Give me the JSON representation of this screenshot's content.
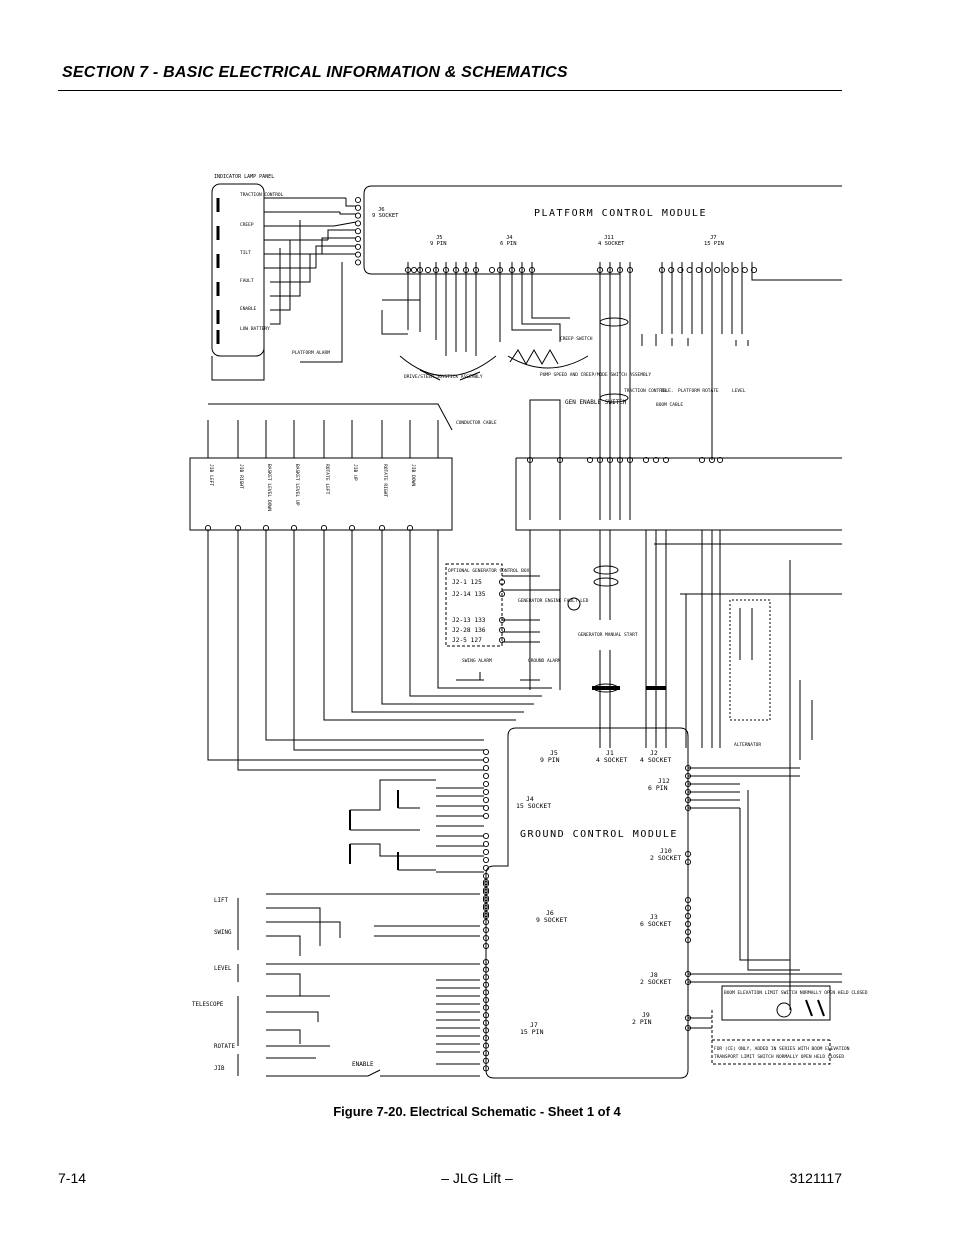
{
  "header": {
    "section_title": "SECTION 7 - BASIC ELECTRICAL INFORMATION & SCHEMATICS"
  },
  "schematic": {
    "platform_module_title": "PLATFORM CONTROL MODULE",
    "ground_module_title": "GROUND CONTROL MODULE",
    "indicator_panel": {
      "title": "INDICATOR LAMP PANEL",
      "lamps": [
        "TRACTION CONTROL",
        "CREEP",
        "TILT",
        "FAULT",
        "ENABLE",
        "LOW BATTERY"
      ]
    },
    "platform_alarm": "PLATFORM ALARM",
    "joystick": "DRIVE/STEER JOYSTICK ASSEMBLY",
    "creep_switch": "CREEP SWITCH",
    "pump_speed": "PUMP SPEED AND CREEP/MODE SWITCH ASSEMBLY",
    "gen_enable": "GEN ENABLE SWITCH",
    "boom_cable": "BOOM CABLE",
    "traction_control": "TRACTION CONTROL",
    "tele_label": "TELE.",
    "platform_rotate": "PLATFORM ROTATE",
    "level_label": "LEVEL",
    "conductor_cable": "CONDUCTOR CABLE",
    "platform_connectors": [
      {
        "name": "J6",
        "desc": "9 SOCKET"
      },
      {
        "name": "J5",
        "desc": "9 PIN"
      },
      {
        "name": "J4",
        "desc": "6 PIN"
      },
      {
        "name": "J11",
        "desc": "4 SOCKET"
      },
      {
        "name": "J7",
        "desc": "15 PIN"
      }
    ],
    "valves": [
      "JIB LEFT",
      "JIB RIGHT",
      "BASKET LEVEL DOWN",
      "BASKET LEVEL UP",
      "ROTATE LEFT",
      "JIB UP",
      "ROTATE RIGHT",
      "JIB DOWN"
    ],
    "generator_box": {
      "title": "OPTIONAL GENERATOR CONTROL BOX",
      "rows": [
        "J2-1 125",
        "J2-14 135",
        "J2-13 133",
        "J2-28 136",
        "J2-5 127"
      ],
      "fault_led": "GENERATOR ENGINE FAULT LED",
      "manual_start": "GENERATOR MANUAL START"
    },
    "swing_alarm": "SWING ALARM",
    "ground_alarm": "GROUND ALARM",
    "ground_connectors": [
      {
        "name": "J5",
        "desc": "9 PIN"
      },
      {
        "name": "J1",
        "desc": "4 SOCKET"
      },
      {
        "name": "J2",
        "desc": "4 SOCKET"
      },
      {
        "name": "J12",
        "desc": "6 PIN"
      },
      {
        "name": "J4",
        "desc": "15 SOCKET"
      },
      {
        "name": "J10",
        "desc": "2 SOCKET"
      },
      {
        "name": "J6",
        "desc": "9 SOCKET"
      },
      {
        "name": "J3",
        "desc": "6 SOCKET"
      },
      {
        "name": "J8",
        "desc": "2 SOCKET"
      },
      {
        "name": "J9",
        "desc": "2 PIN"
      },
      {
        "name": "J7",
        "desc": "15 PIN"
      }
    ],
    "ground_switches": [
      "LIFT",
      "SWING",
      "LEVEL",
      "TELESCOPE",
      "ROTATE",
      "JIB"
    ],
    "enable_switch": "ENABLE",
    "boom_elevation_switch": "BOOM ELEVATION LIMIT SWITCH NORMALLY OPEN HELD CLOSED",
    "transport_note": "FOR (CE) ONLY, ADDED IN SERIES WITH BOOM ELEVATION",
    "transport_switch": "TRANSPORT LIMIT SWITCH NORMALLY OPEN HELD CLOSED",
    "alternator": "ALTERNATOR"
  },
  "caption": "Figure 7-20.  Electrical Schematic - Sheet 1 of 4",
  "footer": {
    "page": "7-14",
    "center": "– JLG Lift –",
    "doc_number": "3121117"
  }
}
